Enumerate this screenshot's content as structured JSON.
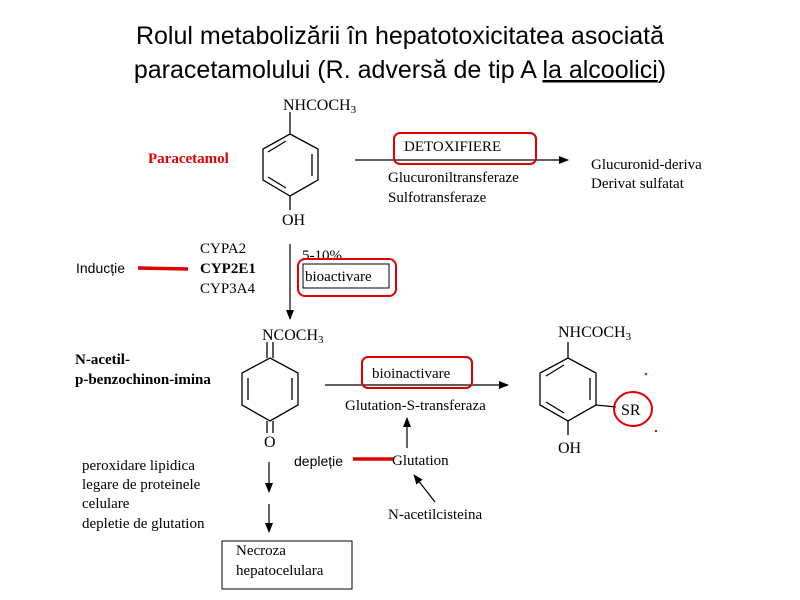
{
  "title": {
    "line1": "Rolul metabolizării în hepatotoxicitatea asociată",
    "line2_prefix": "paracetamolului (R. adversă de tip A ",
    "line2_underlined": "la alcoolici",
    "line2_suffix": ")"
  },
  "paracetamol": {
    "name": "Paracetamol",
    "top_group": "NHCOCH",
    "top_group_sub": "3",
    "bottom_group": "OH"
  },
  "detox": {
    "label": "DETOXIFIERE",
    "enzyme1": "Glucuroniltransferaze",
    "enzyme2": "Sulfotransferaze",
    "product1": "Glucuronid-deriva",
    "product2": "Derivat sulfatat"
  },
  "cyp": {
    "isoform1": "CYPA2",
    "isoform2": "CYP2E1",
    "isoform3": "CYP3A4",
    "induction_label": "Inducție",
    "percent": "5-10%",
    "bioactivation_label": "bioactivare"
  },
  "napqi": {
    "name_line1": "N-acetil-",
    "name_line2": "p-benzochinon-imina",
    "top_group": "NCOCH",
    "top_group_sub": "3",
    "bottom_group": "O"
  },
  "bioinactivation": {
    "label": "bioinactivare",
    "enzyme": "Glutation-S-transferaza"
  },
  "conjugate": {
    "top_group": "NHCOCH",
    "top_group_sub": "3",
    "bottom_group": "OH",
    "side_group": "SR"
  },
  "glutathione": {
    "label": "Glutation",
    "depletion_label": "depleție",
    "precursor": "N-acetilcisteina"
  },
  "effects": {
    "line1": "peroxidare lipidica",
    "line2": "legare de proteinele",
    "line3": "celulare",
    "line4": "depletie de glutation"
  },
  "outcome": {
    "line1": "Necroza",
    "line2": "hepatocelulara"
  },
  "colors": {
    "accent_red": "#e00000",
    "paracetamol_label": "#e00000",
    "text": "#000000"
  }
}
